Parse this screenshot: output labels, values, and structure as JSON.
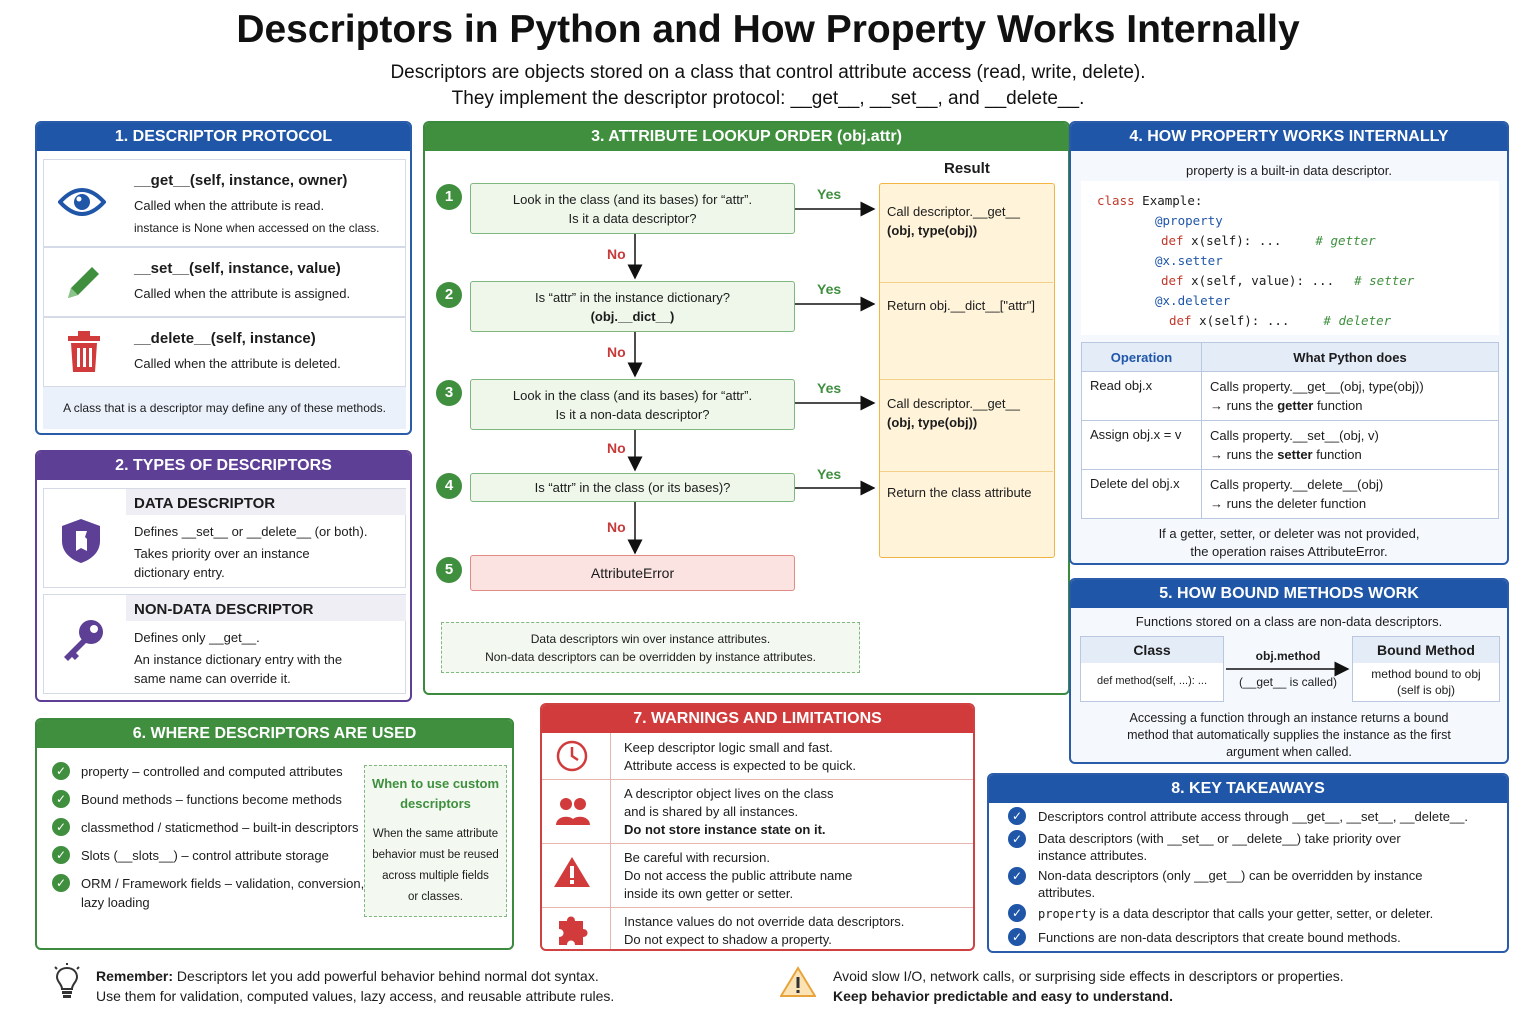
{
  "header": {
    "title": "Descriptors in Python and How Property Works Internally",
    "subtitle1": "Descriptors are objects stored on a class that control attribute access (read, write, delete).",
    "subtitle2": "They implement the descriptor protocol: __get__, __set__, and __delete__."
  },
  "s1": {
    "title": "1. DESCRIPTOR PROTOCOL",
    "items": [
      {
        "sig": "__get__(self, instance, owner)",
        "l1": "Called when the attribute is read.",
        "l2": "instance is None when accessed on the class."
      },
      {
        "sig": "__set__(self, instance, value)",
        "l1": "Called when the attribute is assigned."
      },
      {
        "sig": "__delete__(self, instance)",
        "l1": "Called when the attribute is deleted."
      }
    ],
    "note": "A class that is a descriptor may define any of these methods."
  },
  "s2": {
    "title": "2. TYPES OF DESCRIPTORS",
    "data": {
      "head": "DATA DESCRIPTOR",
      "l1": "Defines __set__ or __delete__ (or both).",
      "l2": "Takes priority over an instance",
      "l3": "dictionary entry."
    },
    "nondata": {
      "head": "NON-DATA DESCRIPTOR",
      "l1": "Defines only __get__.",
      "l2": "An instance dictionary entry with the",
      "l3": "same name can override it."
    }
  },
  "s3": {
    "title": "3. ATTRIBUTE LOOKUP ORDER (obj.attr)",
    "result_label": "Result",
    "steps": [
      {
        "n": "1",
        "a": "Look in the class (and its bases) for “attr”.",
        "b": "Is it a data descriptor?"
      },
      {
        "n": "2",
        "a": "Is “attr” in the instance dictionary?",
        "b": "(obj.__dict__)"
      },
      {
        "n": "3",
        "a": "Look in the class (and its bases) for “attr”.",
        "b": "Is it a non-data descriptor?"
      },
      {
        "n": "4",
        "a": "Is “attr” in the class (or its bases)?"
      },
      {
        "n": "5",
        "a": "AttributeError"
      }
    ],
    "yes": "Yes",
    "no": "No",
    "results": [
      {
        "a": "Call descriptor.__get__",
        "b": "(obj, type(obj))"
      },
      {
        "a": "Return obj.__dict__[\"attr\"]"
      },
      {
        "a": "Call descriptor.__get__",
        "b": "(obj, type(obj))"
      },
      {
        "a": "Return the class attribute"
      }
    ],
    "note1": "Data descriptors win over instance attributes.",
    "note2": "Non-data descriptors can be overridden by instance attributes."
  },
  "s4": {
    "title": "4. HOW PROPERTY WORKS INTERNALLY",
    "intro": "property is a built-in data descriptor.",
    "code": {
      "l1k": "class",
      "l1": " Example:",
      "l2": "@property",
      "l3k": "def",
      "l3": " x(self): ...",
      "l3c": "# getter",
      "l4a": "@x.",
      "l4b": "setter",
      "l5k": "def",
      "l5": " x(self, value): ...",
      "l5c": "# setter",
      "l6a": "@x.",
      "l6b": "deleter",
      "l7k": "def",
      "l7": " x(self): ...",
      "l7c": "# deleter"
    },
    "table": {
      "h1": "Operation",
      "h2": "What Python does",
      "rows": [
        {
          "op": "Read obj.x",
          "a": "Calls property.__get__(obj, type(obj))",
          "b1": "→ runs the ",
          "bb": "getter",
          "b2": " function"
        },
        {
          "op": "Assign obj.x = v",
          "a": "Calls property.__set__(obj, v)",
          "b1": "→ runs the ",
          "bb": "setter",
          "b2": " function"
        },
        {
          "op": "Delete del obj.x",
          "a": "Calls property.__delete__(obj)",
          "b1": "→ runs the deleter function",
          "bb": "",
          "b2": ""
        }
      ]
    },
    "foot1": "If a getter, setter, or deleter was not provided,",
    "foot2": "the operation raises AttributeError."
  },
  "s5": {
    "title": "5. HOW BOUND METHODS WORK",
    "intro": "Functions stored on a class are non-data descriptors.",
    "class_head": "Class",
    "class_body": "def method(self, ...): ...",
    "arrow_top": "obj.method",
    "arrow_bottom": "(__get__ is called)",
    "bound_head": "Bound Method",
    "bound_l1": "method bound to obj",
    "bound_l2": "(self is obj)",
    "foot1": "Accessing a function through an instance returns a bound",
    "foot2": "method that automatically supplies the instance as the first",
    "foot3": "argument when called."
  },
  "s6": {
    "title": "6. WHERE DESCRIPTORS ARE USED",
    "items": [
      "property – controlled and computed attributes",
      "Bound methods – functions become methods",
      "classmethod / staticmethod – built-in descriptors",
      "Slots (__slots__) – control attribute storage",
      "ORM / Framework fields – validation, conversion,"
    ],
    "item5b": "lazy loading",
    "when_head1": "When to use custom",
    "when_head2": "descriptors",
    "when_l1": "When the same attribute",
    "when_l2": "behavior must be reused",
    "when_l3": "across multiple fields",
    "when_l4": "or classes."
  },
  "s7": {
    "title": "7. WARNINGS AND LIMITATIONS",
    "w1": {
      "l1": "Keep descriptor logic small and fast.",
      "l2": "Attribute access is expected to be quick."
    },
    "w2": {
      "l1": "A descriptor object lives on the class",
      "l2": "and is shared by all instances.",
      "l3": "Do not store instance state on it."
    },
    "w3": {
      "l1": "Be careful with recursion.",
      "l2": "Do not access the public attribute name",
      "l3": "inside its own getter or setter."
    },
    "w4": {
      "l1": "Instance values do not override data descriptors.",
      "l2": "Do not expect to shadow a property."
    }
  },
  "s8": {
    "title": "8. KEY TAKEAWAYS",
    "items": [
      {
        "l1": "Descriptors control attribute access through __get__, __set__, __delete__."
      },
      {
        "l1": "Data descriptors (with __set__ or __delete__) take priority over",
        "l2": "instance attributes."
      },
      {
        "l1": "Non-data descriptors (only __get__) can be overridden by instance",
        "l2": "attributes."
      },
      {
        "l1k": "property",
        "l1": " is a data descriptor that calls your getter, setter, or deleter."
      },
      {
        "l1": "Functions are non-data descriptors that create bound methods."
      }
    ]
  },
  "footer": {
    "rem_bold": "Remember:",
    "rem1": " Descriptors let you add powerful behavior behind normal dot syntax.",
    "rem2": "Use them for validation, computed values, lazy access, and reusable attribute rules.",
    "warn1": "Avoid slow I/O, network calls, or surprising side effects in descriptors or properties.",
    "warn2": "Keep behavior predictable and easy to understand."
  }
}
